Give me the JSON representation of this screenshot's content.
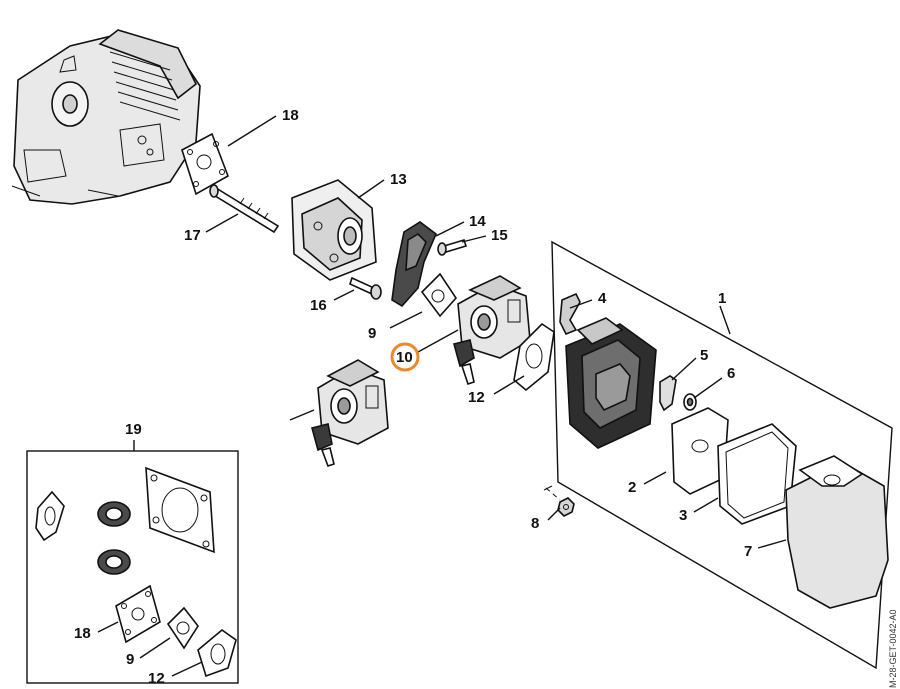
{
  "labels": {
    "p1": "1",
    "p2": "2",
    "p3": "3",
    "p4": "4",
    "p5": "5",
    "p6": "6",
    "p7": "7",
    "p8": "8",
    "p9": "9",
    "p10": "10",
    "p12": "12",
    "p13": "13",
    "p14": "14",
    "p15": "15",
    "p16": "16",
    "p17": "17",
    "p18": "18",
    "p19": "19",
    "kit18": "18",
    "kit9": "9",
    "kit12": "12"
  },
  "code": "M-28-GET-0042-A0",
  "highlight_color": "#e8892b"
}
